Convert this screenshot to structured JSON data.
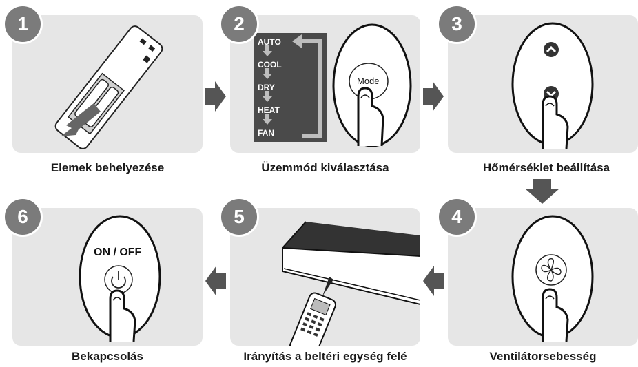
{
  "steps": [
    {
      "number": "1",
      "caption": "Elemek behelyezése"
    },
    {
      "number": "2",
      "caption": "Üzemmód kiválasztása"
    },
    {
      "number": "3",
      "caption": "Hőmérséklet beállítása"
    },
    {
      "number": "4",
      "caption": "Ventilátorsebesség"
    },
    {
      "number": "5",
      "caption": "Irányítás a beltéri egység felé"
    },
    {
      "number": "6",
      "caption": "Bekapcsolás"
    }
  ],
  "modes": [
    "AUTO",
    "COOL",
    "DRY",
    "HEAT",
    "FAN"
  ],
  "buttons": {
    "mode": "Mode",
    "power": "ON / OFF"
  },
  "colors": {
    "panel": "#e6e6e6",
    "badge": "#7b7b7b",
    "arrow": "#555555",
    "mode_list": "#4a4a4a"
  }
}
